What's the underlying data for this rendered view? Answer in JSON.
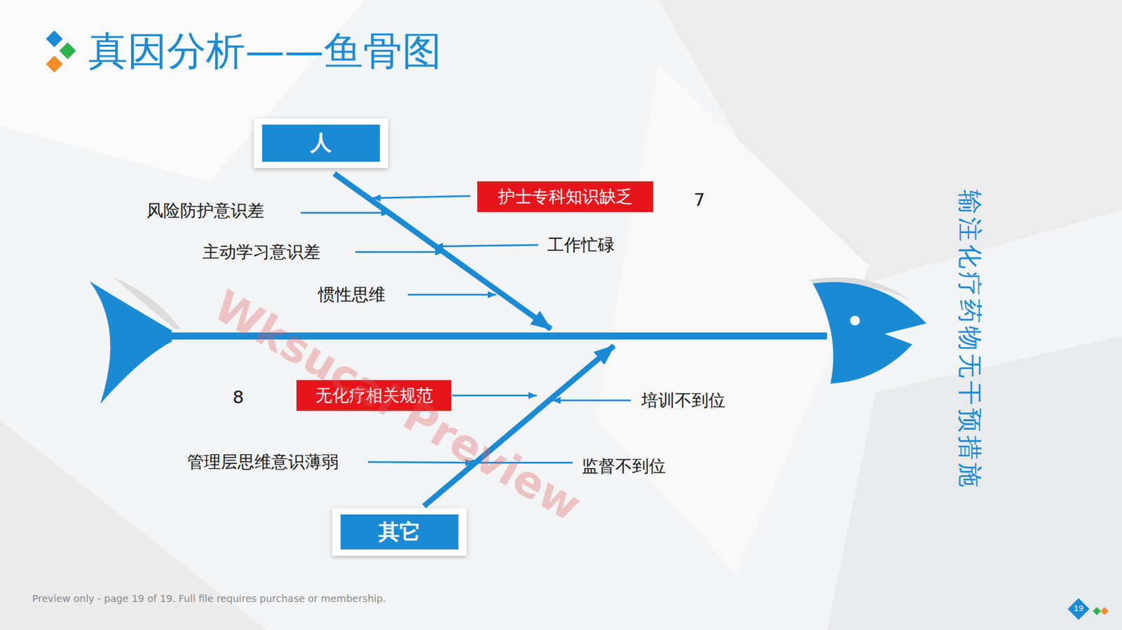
{
  "diagram": {
    "title": "真因分析——鱼骨图",
    "nodes": [
      {
        "text": [
          "人"
        ]
      },
      {
        "text": [
          "护士专科知识缺乏"
        ]
      },
      {
        "text": [
          "无化疗相关规范"
        ]
      },
      {
        "text": [
          "其它"
        ]
      }
    ],
    "labels": [
      "7",
      "风险防护意识差",
      "工作忙碌",
      "主动学习意识差",
      "惯性思维",
      "8",
      "培训不到位",
      "管理层思维意识薄弱",
      "监督不到位",
      "输注化疗药物无干预措施",
      "Wksucai Preview",
      "Preview only - page 19 of 19. Full file requires purchase or membership.",
      "19"
    ]
  }
}
